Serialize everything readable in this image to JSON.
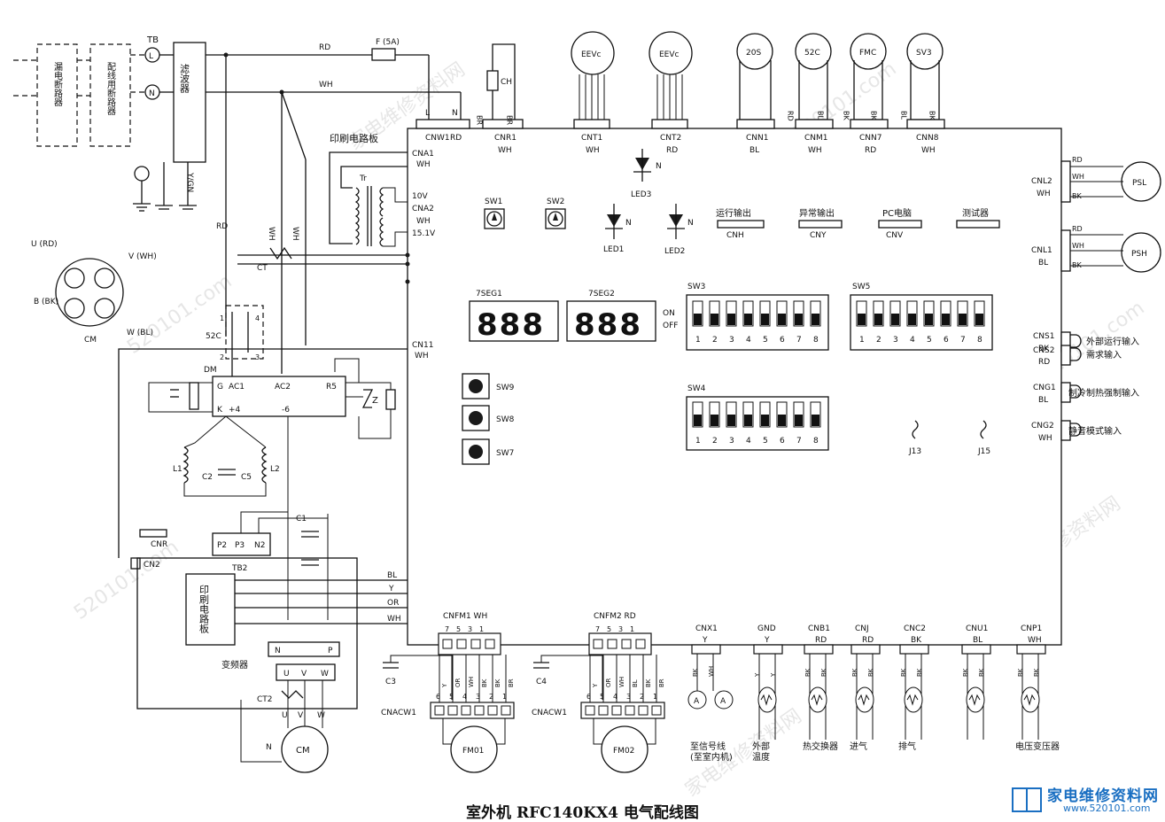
{
  "title": "室外机 RFC140KX4 电气配线图",
  "logo": {
    "name": "家电维修资料网",
    "url": "www.520101.com"
  },
  "watermarks": [
    "家电维修资料网",
    "520101.com",
    "www.520101.com"
  ],
  "breakers": {
    "leak": "漏电断路器",
    "wiring": "配线用断路器"
  },
  "terminal_block": {
    "name": "TB",
    "L": "L",
    "N": "N"
  },
  "filter": "滤波器",
  "ground": "Y/GN",
  "fuse": "F (5A)",
  "wires": {
    "rd": "RD",
    "wh": "WH",
    "bl": "BL",
    "bk": "BK",
    "y": "Y",
    "or": "OR",
    "br": "BR"
  },
  "motor_terminals": {
    "u": "U (RD)",
    "v": "V (WH)",
    "w": "W (BL)",
    "b": "B (BK)",
    "cm": "CM"
  },
  "pcb": {
    "label": "印刷电路板",
    "cnw1": "CNW1",
    "cnw1_color": "RD",
    "cnw1_l": "L",
    "cnw1_n": "N",
    "cna1": "CNA1",
    "cna2": "CNA2",
    "v10": "10V",
    "v15": "15.1V",
    "wh": "WH",
    "cn11": "CN11",
    "cn11_color": "WH",
    "tr": "Tr",
    "ct": "CT"
  },
  "top_connectors": [
    {
      "name": "CNR1",
      "color": "WH"
    },
    {
      "name": "CNT1",
      "color": "WH"
    },
    {
      "name": "CNT2",
      "color": "RD"
    },
    {
      "name": "CNN1",
      "color": "BL"
    },
    {
      "name": "CNM1",
      "color": "WH"
    },
    {
      "name": "CNN7",
      "color": "RD"
    },
    {
      "name": "CNN8",
      "color": "WH"
    }
  ],
  "top_devices": {
    "ch": "CH",
    "eev1": "EEVc",
    "eev2": "EEVc",
    "s20": "20S",
    "s52": "52C",
    "fmc": "FMC",
    "sv3": "SV3"
  },
  "leds": {
    "led1": "LED1",
    "led2": "LED2",
    "led3": "LED3",
    "n": "N"
  },
  "switches": {
    "sw1": "SW1",
    "sw2": "SW2",
    "sw3": "SW3",
    "sw4": "SW4",
    "sw5": "SW5",
    "sw7": "SW7",
    "sw8": "SW8",
    "sw9": "SW9",
    "on": "ON",
    "off": "OFF"
  },
  "dip_numbers": [
    "1",
    "2",
    "3",
    "4",
    "5",
    "6",
    "7",
    "8"
  ],
  "segments": {
    "seg1": "7SEG1",
    "seg2": "7SEG2",
    "digits": "888"
  },
  "outputs": [
    {
      "label": "运行输出",
      "code": "CNH"
    },
    {
      "label": "异常输出",
      "code": "CNY"
    },
    {
      "label": "PC电脑",
      "code": "CNV"
    },
    {
      "label": "测试器",
      "code": ""
    }
  ],
  "jumpers": {
    "j13": "J13",
    "j15": "J15"
  },
  "right_connectors": [
    {
      "name": "CNL2",
      "color": "WH",
      "device": "PSL"
    },
    {
      "name": "CNL1",
      "color": "BL",
      "device": "PSH"
    }
  ],
  "right_inputs": [
    {
      "name": "CNS1",
      "color": "BK",
      "label": "外部运行输入"
    },
    {
      "name": "CNS2",
      "color": "RD",
      "label": "需求输入"
    },
    {
      "name": "CNG1",
      "color": "BL",
      "label": "制冷制热强制输入"
    },
    {
      "name": "CNG2",
      "color": "WH",
      "label": "静音模式输入"
    }
  ],
  "power_module": {
    "dm": "DM",
    "g": "G",
    "ac1": "AC1",
    "ac2": "AC2",
    "r5": "R5",
    "k": "K",
    "p4": "+4",
    "m6": "-6",
    "l1": "L1",
    "l2": "L2",
    "c1": "C1",
    "c2": "C2",
    "c5": "C5",
    "z": "Z",
    "s52c": "52C",
    "n1": "1",
    "n2": "2",
    "n3": "3",
    "n4": "4",
    "cnr": "CNR",
    "cn2": "CN2",
    "p2": "P2",
    "p3": "P3",
    "n2t": "N2",
    "tb2": "TB2",
    "inv_pcb": "印刷电路板",
    "inverter": "变频器",
    "ct2": "CT2",
    "u": "U",
    "v": "V",
    "w": "W",
    "n": "N",
    "p": "P",
    "mn": "N",
    "cm": "CM"
  },
  "fan_connectors": [
    {
      "name": "CNFM1",
      "color": "WH",
      "socket": "CNACW1",
      "cap": "C3",
      "motor": "FM01",
      "pins": [
        "7",
        "5",
        "3",
        "1"
      ],
      "sockpins": [
        "6",
        "5",
        "4",
        "3",
        "2",
        "1"
      ],
      "wirecolors": [
        "Y",
        "OR",
        "WH",
        "BK",
        "BK",
        "BR"
      ]
    },
    {
      "name": "CNFM2",
      "color": "RD",
      "socket": "CNACW1",
      "cap": "C4",
      "motor": "FM02",
      "pins": [
        "7",
        "5",
        "3",
        "1"
      ],
      "sockpins": [
        "6",
        "5",
        "4",
        "3",
        "2",
        "1"
      ],
      "wirecolors": [
        "Y",
        "OR",
        "WH",
        "BL",
        "BK",
        "BR"
      ]
    }
  ],
  "bottom_sensors": [
    {
      "name": "CNX1",
      "color": "Y",
      "wires": [
        "BK",
        "WH"
      ],
      "label": "至信号线\n(至室内机)"
    },
    {
      "name": "GND",
      "color": "Y",
      "wires": [
        "Y",
        "Y"
      ],
      "label": "外部\n温度"
    },
    {
      "name": "CNB1",
      "color": "RD",
      "wires": [
        "BK",
        "BK"
      ],
      "label": "热交换器"
    },
    {
      "name": "CNJ",
      "color": "RD",
      "wires": [
        "BK",
        "BK"
      ],
      "label": "进气"
    },
    {
      "name": "CNC2",
      "color": "BK",
      "wires": [
        "BK",
        "BK"
      ],
      "label": "排气"
    },
    {
      "name": "CNU1",
      "color": "BL",
      "wires": [
        "BK",
        "BK"
      ],
      "label": ""
    },
    {
      "name": "CNP1",
      "color": "WH",
      "wires": [
        "BK",
        "BK"
      ],
      "label": "电压变压器"
    }
  ]
}
